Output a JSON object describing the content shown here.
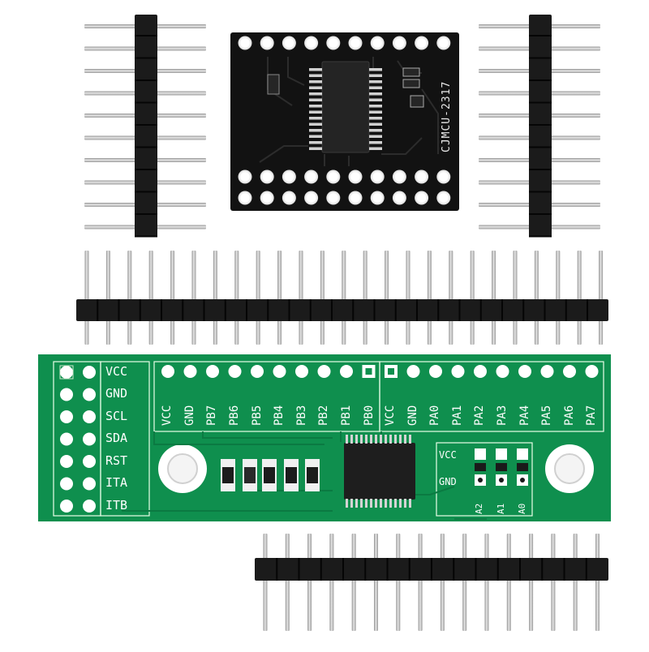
{
  "colors": {
    "green_pcb": "#0f8f4e",
    "black_pcb": "#141414",
    "header_plastic": "#1b1b1b",
    "pin_metal": "#c9c9c9",
    "silkscreen": "#ffffff"
  },
  "black_board": {
    "model": "CJMCU-2317"
  },
  "green_board": {
    "left_labels": [
      "VCC",
      "GND",
      "SCL",
      "SDA",
      "RST",
      "ITA",
      "ITB"
    ],
    "top_labels_b": [
      "VCC",
      "GND",
      "PB7",
      "PB6",
      "PB5",
      "PB4",
      "PB3",
      "PB2",
      "PB1",
      "PB0"
    ],
    "top_labels_a": [
      "VCC",
      "GND",
      "PA0",
      "PA1",
      "PA2",
      "PA3",
      "PA4",
      "PA5",
      "PA6",
      "PA7"
    ],
    "addr_vcc": "VCC",
    "addr_gnd": "GND",
    "addr_labels": [
      "A2",
      "A1",
      "A0"
    ]
  }
}
